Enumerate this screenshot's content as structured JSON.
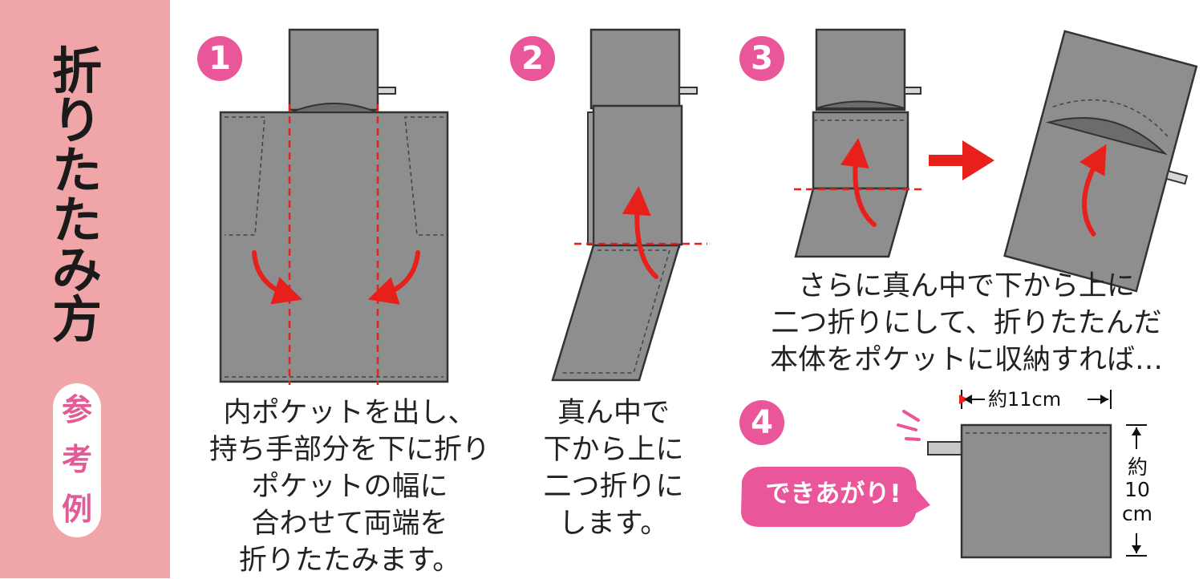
{
  "sidebar": {
    "title_chars": [
      "折",
      "り",
      "た",
      "た",
      "み",
      "方"
    ],
    "badge_chars": [
      "参",
      "考",
      "例"
    ]
  },
  "steps": [
    {
      "number": "1",
      "caption": [
        "内ポケットを出し、",
        "持ち手部分を下に折り",
        "ポケットの幅に",
        "合わせて両端を",
        "折りたたみます。"
      ]
    },
    {
      "number": "2",
      "caption": [
        "真ん中で",
        "下から上に",
        "二つ折りに",
        "します。"
      ]
    },
    {
      "number": "3",
      "caption": [
        "さらに真ん中で下から上に",
        "二つ折りにして、折りたたんだ",
        "本体をポケットに収納すれば…"
      ]
    },
    {
      "number": "4",
      "finished_label": "できあがり!"
    }
  ],
  "dimensions": {
    "width_label": "約11cm",
    "height_label_top": "約",
    "height_label_mid": "10",
    "height_label_bottom": "cm"
  },
  "colors": {
    "accent_pink": "#e9579a",
    "sidebar_pink": "#f0a5a8",
    "fold_line_red": "#e8201c",
    "bag_gray": "#8e8e8e"
  }
}
